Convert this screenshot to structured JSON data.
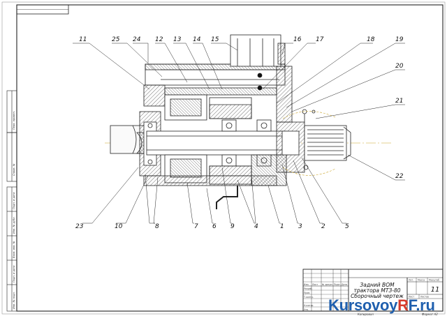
{
  "title_block": {
    "title_line1": "Задний ВОМ",
    "title_line2": "трактора МТЗ-80",
    "title_line3": "Сборочный чертеж",
    "sheet_number": "11",
    "col_headers": [
      "Лит.",
      "Масса",
      "Масштаб"
    ],
    "row_headers": [
      "Изм.",
      "Лист",
      "№ докум.",
      "Подп.",
      "Дата"
    ],
    "left_rows": [
      "Разраб.",
      "Пров.",
      "Т.контр.",
      "Н.контр.",
      "Утв."
    ],
    "sheet_row": [
      "Лист",
      "Листов"
    ],
    "bottom_left": "Копировал",
    "bottom_right": "Формат  А2"
  },
  "side_strip": {
    "top_box": "Перв. примен.",
    "second_box": "Справ. №",
    "lower_boxes": [
      "Подп. и дата",
      "Инв. № дубл.",
      "Взам. инв. №",
      "Подп. и дата",
      "Инв. № подл."
    ]
  },
  "callouts": [
    {
      "id": "c11",
      "label": "11"
    },
    {
      "id": "c25",
      "label": "25"
    },
    {
      "id": "c24",
      "label": "24"
    },
    {
      "id": "c12",
      "label": "12"
    },
    {
      "id": "c13",
      "label": "13"
    },
    {
      "id": "c14",
      "label": "14"
    },
    {
      "id": "c15",
      "label": "15"
    },
    {
      "id": "c16",
      "label": "16"
    },
    {
      "id": "c17",
      "label": "17"
    },
    {
      "id": "c18",
      "label": "18"
    },
    {
      "id": "c19",
      "label": "19"
    },
    {
      "id": "c20",
      "label": "20"
    },
    {
      "id": "c21",
      "label": "21"
    },
    {
      "id": "c22",
      "label": "22"
    },
    {
      "id": "c23",
      "label": "23"
    },
    {
      "id": "c10",
      "label": "10"
    },
    {
      "id": "c8",
      "label": "8"
    },
    {
      "id": "c7",
      "label": "7"
    },
    {
      "id": "c6",
      "label": "6"
    },
    {
      "id": "c9",
      "label": "9"
    },
    {
      "id": "c4",
      "label": "4"
    },
    {
      "id": "c1",
      "label": "1"
    },
    {
      "id": "c3",
      "label": "3"
    },
    {
      "id": "c2",
      "label": "2"
    },
    {
      "id": "c5",
      "label": "5"
    }
  ],
  "watermark": {
    "part1": "Kursovoy",
    "part2": "R",
    "part3": "F.ru"
  },
  "colors": {
    "line": "#222222",
    "hatch": "#333333",
    "centerline": "#c9a227",
    "watermark_blue": "#1f5fae",
    "watermark_red": "#d63b2c"
  }
}
